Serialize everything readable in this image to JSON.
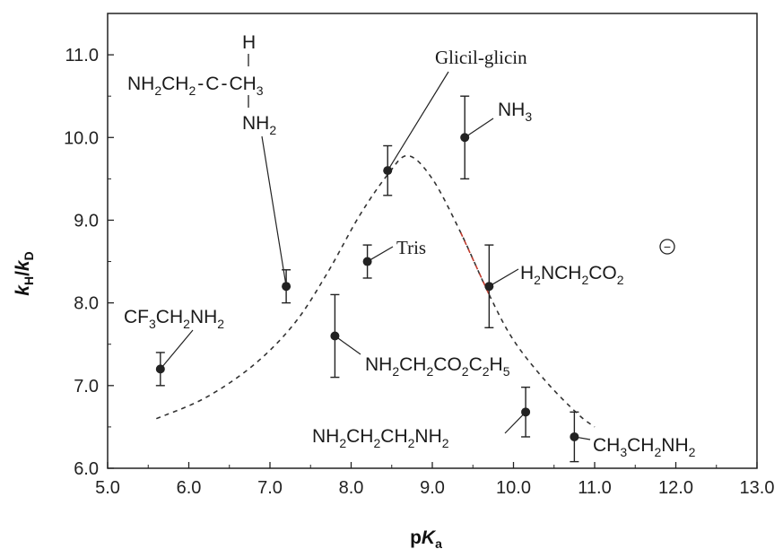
{
  "chart_data": {
    "type": "scatter",
    "title": "",
    "xlabel": "pKa",
    "ylabel": "kH/kD",
    "xlim": [
      5.0,
      13.0
    ],
    "ylim": [
      6.0,
      11.5
    ],
    "xticks": [
      "5.0",
      "6.0",
      "7.0",
      "8.0",
      "9.0",
      "10.0",
      "11.0",
      "12.0",
      "13.0"
    ],
    "yticks": [
      "6.0",
      "7.0",
      "8.0",
      "9.0",
      "10.0",
      "11.0"
    ],
    "grid": false,
    "points": [
      {
        "label": "CF3CH2NH2",
        "x": 5.65,
        "y": 7.2,
        "err": 0.2
      },
      {
        "label": "NH2CH2CH(NH2)CH3",
        "x": 7.2,
        "y": 8.2,
        "err": 0.2
      },
      {
        "label": "NH2CH2CO2C2H5",
        "x": 7.8,
        "y": 7.6,
        "err": 0.5
      },
      {
        "label": "Tris",
        "x": 8.2,
        "y": 8.5,
        "err": 0.2
      },
      {
        "label": "Glicil-glicin",
        "x": 8.45,
        "y": 9.6,
        "err": 0.3
      },
      {
        "label": "NH3",
        "x": 9.4,
        "y": 10.0,
        "err": 0.5
      },
      {
        "label": "H2NCH2CO2−",
        "x": 9.7,
        "y": 8.2,
        "err": 0.5
      },
      {
        "label": "NH2CH2CH2NH2",
        "x": 10.15,
        "y": 6.68,
        "err": 0.3
      },
      {
        "label": "CH3CH2NH2",
        "x": 10.75,
        "y": 6.38,
        "err": 0.3
      }
    ],
    "trend_curve": {
      "style": "dashed",
      "x": [
        5.6,
        6.2,
        6.8,
        7.3,
        7.7,
        8.1,
        8.45,
        8.7,
        9.0,
        9.35,
        9.7,
        10.0,
        10.4,
        10.8,
        11.0
      ],
      "y": [
        6.6,
        6.85,
        7.25,
        7.75,
        8.35,
        9.05,
        9.55,
        9.78,
        9.5,
        8.85,
        8.1,
        7.55,
        7.05,
        6.65,
        6.5
      ]
    }
  },
  "labels": {
    "cf3": {
      "p1": "CF",
      "s1": "3",
      "p2": "CH",
      "s2": "2",
      "p3": "NH",
      "s3": "2"
    },
    "diamine": {
      "top": "H",
      "main_p1": "NH",
      "main_s1": "2",
      "main_p2": "CH",
      "main_s2": "2",
      "main_dash1": "-",
      "main_c": "C",
      "main_dash2": "-",
      "main_p3": "CH",
      "main_s3": "3",
      "bottom_p": "NH",
      "bottom_s": "2"
    },
    "glicil": "Glicil-glicin",
    "nh3": {
      "p": "NH",
      "s": "3"
    },
    "tris": "Tris",
    "glycinate": {
      "p1": "H",
      "s1": "2",
      "p2": "NCH",
      "s2": "2",
      "p3": "CO",
      "s3": "2",
      "charge": "−"
    },
    "ester": {
      "p1": "NH",
      "s1": "2",
      "p2": "CH",
      "s2": "2",
      "p3": "CO",
      "s3": "2",
      "p4": "C",
      "s4": "2",
      "p5": "H",
      "s5": "5"
    },
    "ethylenediamine": {
      "p1": "NH",
      "s1": "2",
      "p2": "CH",
      "s2": "2",
      "p3": "CH",
      "s3": "2",
      "p4": "NH",
      "s4": "2"
    },
    "ethylamine": {
      "p1": "CH",
      "s1": "3",
      "p2": "CH",
      "s2": "2",
      "p3": "NH",
      "s3": "2"
    }
  },
  "axis_titles": {
    "y_k1": "k",
    "y_h": "H",
    "y_slash": "/",
    "y_k2": "k",
    "y_d": "D",
    "x_p": "p",
    "x_k": "K",
    "x_a": "a"
  },
  "colors": {
    "points": "#222222",
    "curve": "#333333",
    "curve_highlight": "#c0392b"
  }
}
